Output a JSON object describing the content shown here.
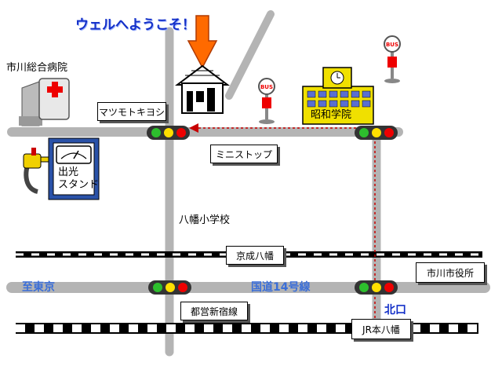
{
  "title": "ウェルへようこそ！",
  "colors": {
    "road": "#b4b4b4",
    "route_arrow": "#c80000",
    "title_blue": "#1430c8",
    "road_label_blue": "#3a6ed8",
    "school_yellow": "#f0e000"
  },
  "labels": {
    "hospital": "市川総合病院",
    "matsumoto": "マツモトキヨシ",
    "ministop": "ミニストップ",
    "showa": "昭和学院",
    "gas_station": "出光\nスタンド",
    "yawata_school": "八幡小学校",
    "keisei": "京成八幡",
    "city_office": "市川市役所",
    "to_tokyo": "至東京",
    "route14": "国道14号線",
    "north_exit": "北口",
    "toei": "都営新宿線",
    "jr": "JR本八幡"
  },
  "icons": [
    "destination-arrow-icon",
    "house-icon",
    "bus-stop-icon",
    "hospital-icon",
    "gas-pump-icon",
    "school-icon",
    "traffic-light-icon"
  ]
}
